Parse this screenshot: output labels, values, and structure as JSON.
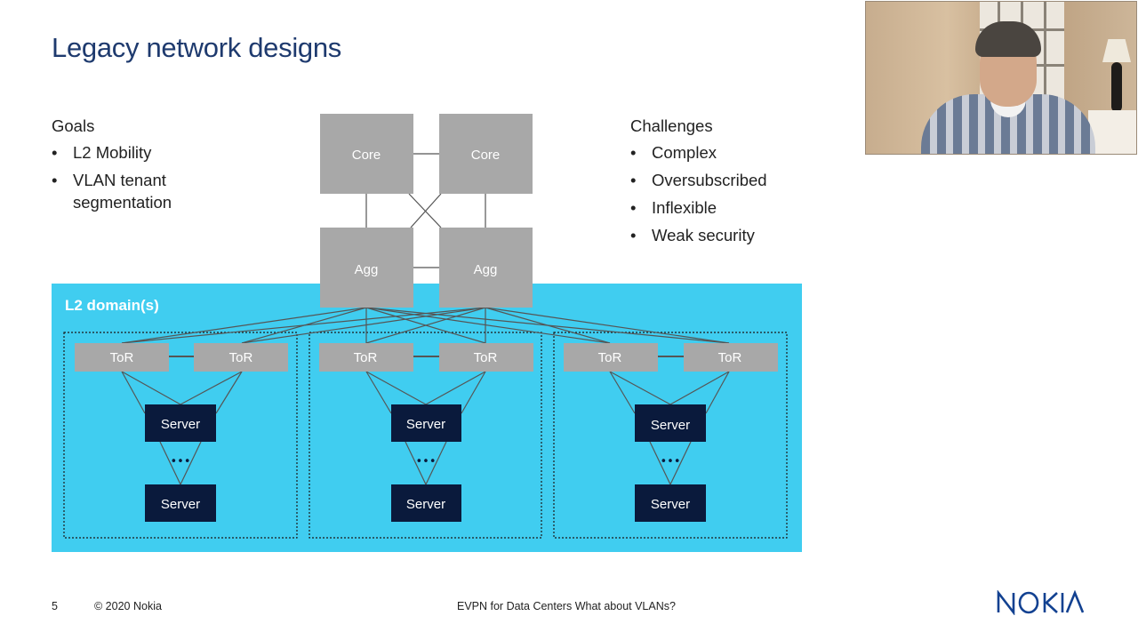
{
  "slide": {
    "title": "Legacy network designs",
    "goals": {
      "heading": "Goals",
      "items": [
        "L2 Mobility",
        "VLAN tenant segmentation"
      ]
    },
    "challenges": {
      "heading": "Challenges",
      "items": [
        "Complex",
        "Oversubscribed",
        "Inflexible",
        "Weak security"
      ]
    }
  },
  "diagram": {
    "domain_label": "L2 domain(s)",
    "core_label": "Core",
    "agg_label": "Agg",
    "tor_label": "ToR",
    "server_label": "Server",
    "ellipsis": "•••",
    "colors": {
      "domain_fill": "#40cdf0",
      "node_gray": "#a8a8a8",
      "server_fill": "#0a1a3c",
      "link": "#555555"
    }
  },
  "footer": {
    "page_number": "5",
    "copyright": "© 2020 Nokia",
    "title": "EVPN for Data Centers  What about VLANs?"
  },
  "logo": {
    "text": "NOKIA",
    "color": "#124191"
  }
}
